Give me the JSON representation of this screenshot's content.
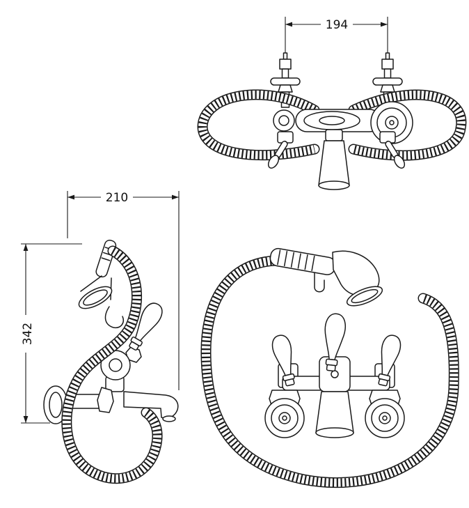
{
  "drawing": {
    "type": "technical-dimension-drawing",
    "views": {
      "plan": "top view of bath shower mixer with hose",
      "side": "side elevation of wall-mounted mixer with handset",
      "front": "front elevation of mixer with handset and coiled hose"
    },
    "dimensions": {
      "plan_width": "194",
      "side_width": "210",
      "side_height": "342"
    },
    "colors": {
      "ink": "#1a1a1a",
      "background": "#ffffff"
    }
  }
}
